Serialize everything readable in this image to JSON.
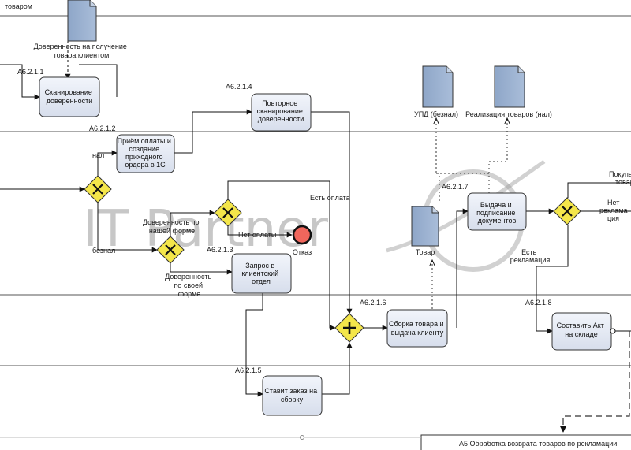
{
  "top_label": "товаром",
  "documents": {
    "doverennost": "Доверенность на получение товара клиентом",
    "upd": "УПД (безнал)",
    "realizaciya": "Реализация товаров (нал)",
    "tovar": "Товар"
  },
  "task_ids": {
    "t1": "А6.2.1.1",
    "t2": "А6.2.1.2",
    "t3": "А6.2.1.3",
    "t4": "А6.2.1.4",
    "t5": "А6.2.1.5",
    "t6": "А6.2.1.6",
    "t7": "А6.2.1.7",
    "t8": "А6.2.1.8"
  },
  "tasks": {
    "scan": "Сканирование доверенности",
    "priem": "Приём оплаты и создание приходного ордера в 1С",
    "povtor": "Повторное сканирование доверенности",
    "zapros": "Запрос в клиентский отдел",
    "zakaz": "Ставит заказ на сборку",
    "sborka": "Сборка товара и выдача клиенту",
    "vydacha": "Выдача и подписание документов",
    "akt": "Составить Акт на складе"
  },
  "edges": {
    "nal": "нал",
    "beznal": "безнал",
    "dov_nashei": "Доверенность по нашей форме",
    "dov_svoei": "Доверенность по своей форме",
    "est_oplata": "Есть оплата",
    "net_oplaty": "Нет оплаты",
    "otkaz": "Отказ",
    "est_reklamaciya": "Есть рекламация",
    "net_reklamaciya": "Нет рекламация",
    "pokupatel": "Покупа товар"
  },
  "subprocess": "А5 Обработка возврата товаров по рекламации",
  "watermark": "IT Partner"
}
